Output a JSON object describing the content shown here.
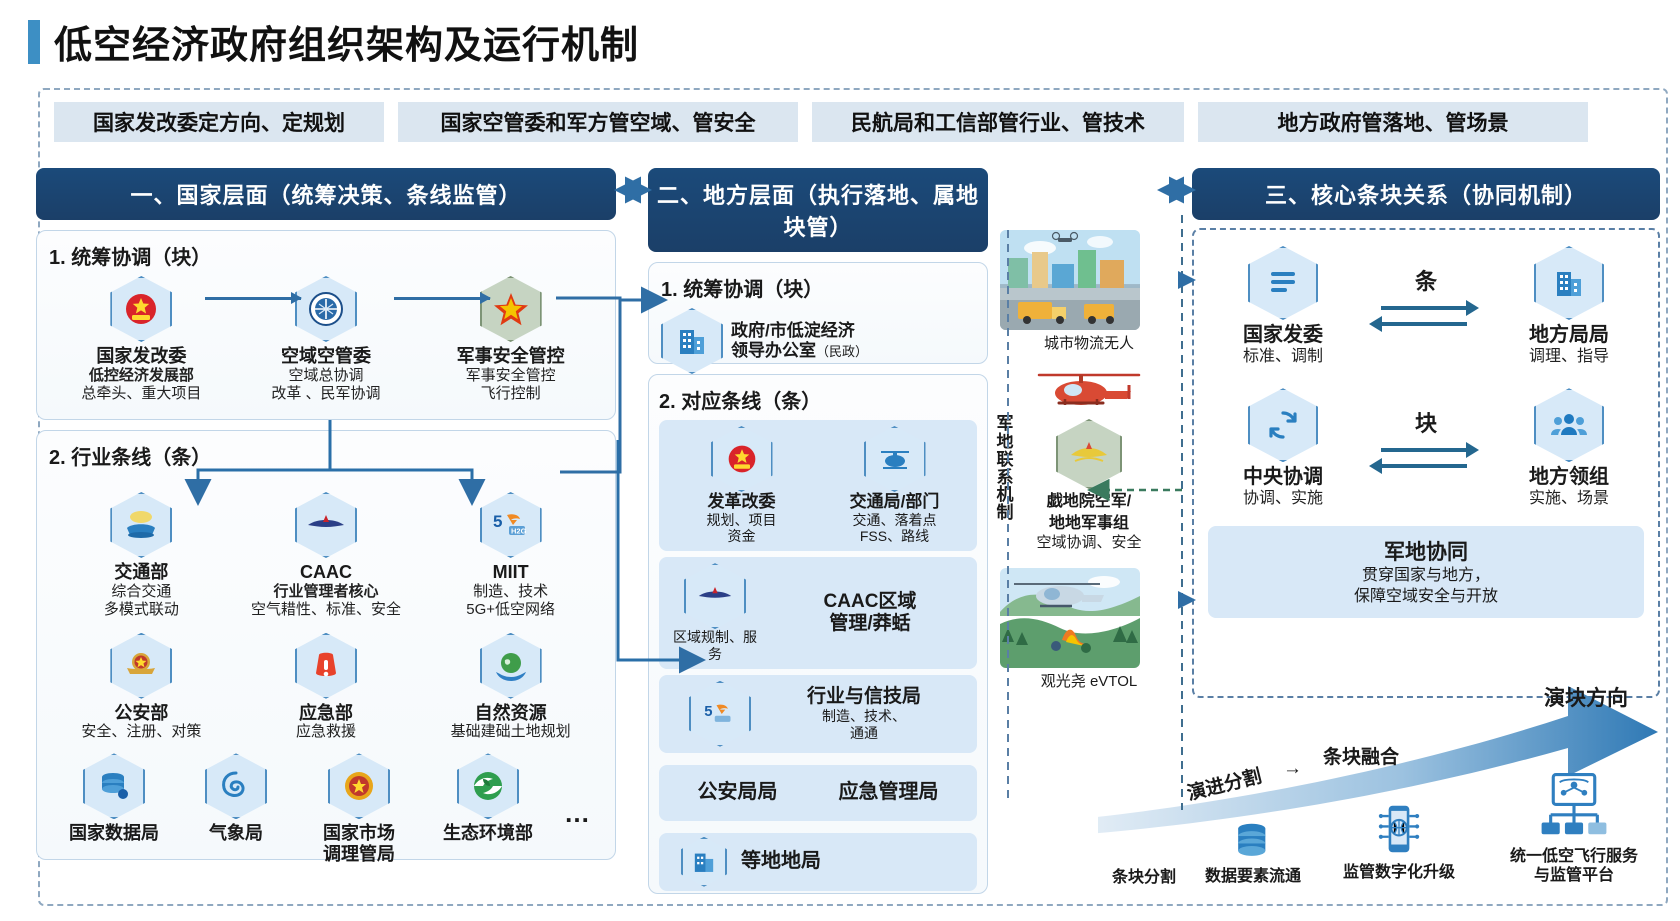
{
  "page_title": "低空经济政府组织架构及运行机制",
  "banner": [
    "国家发改委定方向、定规划",
    "国家空管委和军方管空域、管安全",
    "民航局和工信部管行业、管技术",
    "地方政府管落地、管场景"
  ],
  "col1": {
    "header": "一、国家层面（统筹决策、条线监管）",
    "panel1_title": "1. 统筹协调（块）",
    "panel1_nodes": [
      {
        "icon": "national-emblem-icon",
        "title": "国家发改委",
        "sub1": "低控经济发展部",
        "sub2": "总牵头、重大项目"
      },
      {
        "icon": "atc-emblem-icon",
        "title": "空域空管委",
        "sub1": "空域总协调",
        "sub2": "改革 、民军协调"
      },
      {
        "icon": "military-star-icon",
        "title": "军事安全管控",
        "sub1": "军事安全管控",
        "sub2": "飞行控制"
      }
    ],
    "panel2_title": "2. 行业条线（条）",
    "panel2_row1": [
      {
        "icon": "transport-ministry-icon",
        "title": "交通部",
        "sub1": "综合交通",
        "sub2": "多模式联动"
      },
      {
        "icon": "caac-wings-icon",
        "title": "CAAC",
        "sub1": "行业管理者核心",
        "sub2": "空气耤性、标准、安全"
      },
      {
        "icon": "5g-icon",
        "title": "MIIT",
        "sub1": "制造、技术",
        "sub2": "5G+低空网络"
      }
    ],
    "panel2_row2": [
      {
        "icon": "police-badge-icon",
        "title": "公安部",
        "sub1": "安全、注册、对策"
      },
      {
        "icon": "emergency-alert-icon",
        "title": "应急部",
        "sub1": "应急救援"
      },
      {
        "icon": "natural-resources-icon",
        "title": "自然资源",
        "sub1": "基础建础土地规划"
      }
    ],
    "panel2_row3": [
      {
        "icon": "database-icon",
        "title": "国家数据局"
      },
      {
        "icon": "weather-swirl-icon",
        "title": "气象局"
      },
      {
        "icon": "market-regulation-icon",
        "title": "国家市场\n调理管局"
      },
      {
        "icon": "eco-environment-icon",
        "title": "生态环境部"
      },
      {
        "icon": "ellipsis-icon",
        "title": "…"
      }
    ]
  },
  "col2": {
    "header": "二、地方层面（执行落地、属地块管）",
    "panel1_title": "1. 统筹协调（块）",
    "panel1_node": {
      "icon": "building-icon",
      "title": "政府/市低淀经济",
      "title2": "领导办公室",
      "note": "（民政）"
    },
    "panel2_title": "2. 对应条线（条）",
    "rows": [
      {
        "icon": "national-emblem-icon",
        "title": "发革改委",
        "sub": "规划、项目\n资金",
        "icon2": "helicopter-icon",
        "title2": "交通局/部门",
        "sub2": "交通、落着点\nFSS、路线"
      },
      {
        "icon": "caac-wings-icon",
        "title": "CAAC区域\n管理/莽蛞",
        "sub": "区域规制、服务"
      },
      {
        "icon": "5g-icon",
        "title": "行业与信技局",
        "sub": "制造、技术、\n通通"
      }
    ],
    "bureau_row": [
      "公安局局",
      "应急管理局"
    ],
    "last_row": {
      "icon": "building-icon",
      "title": "等地地局"
    }
  },
  "middle": {
    "photo1_caption": "城市物流无人",
    "photo2_caption": "观光尧 eVTOL",
    "vertical_label": "军地联系机制",
    "mil_node": {
      "icon": "military-wings-icon",
      "title": "戯地院空军/",
      "title2": "地地军事组",
      "sub": "空域协调、安全"
    }
  },
  "col3": {
    "header": "三、核心条块关系（协同机制）",
    "pair1": {
      "left": {
        "icon": "document-lines-icon",
        "title": "国家发委",
        "sub": "标准、调制"
      },
      "mid": "条",
      "right": {
        "icon": "building-icon",
        "title": "地方局局",
        "sub": "调理、指导"
      }
    },
    "pair2": {
      "left": {
        "icon": "refresh-cycle-icon",
        "title": "中央协调",
        "sub": "协调、实施"
      },
      "mid": "块",
      "right": {
        "icon": "people-group-icon",
        "title": "地方领组",
        "sub": "实施、场景"
      }
    },
    "joint": {
      "title": "军地协同",
      "line1": "贯穿国家与地方，",
      "line2": "保障空域安全与开放"
    }
  },
  "evolution": {
    "direction_label": "演块方向",
    "mid_label_1": "演进分割",
    "mid_arrow": "→",
    "mid_label_2": "条块融合",
    "items": [
      {
        "label": "条块分割",
        "icon": "none"
      },
      {
        "label": "数据要素流通",
        "icon": "database-icon"
      },
      {
        "label": "监管数字化升级",
        "icon": "smart-device-icon"
      },
      {
        "label": "统一低空飞行服务\n与监管平台",
        "icon": "network-platform-icon"
      }
    ]
  },
  "colors": {
    "accent": "#1b4a7a",
    "arrow": "#2f6ea5",
    "chip_bg": "#dbe6f0",
    "card_bg": "#d8e8f7",
    "title_bar": "#3d8fc4",
    "military": "#7d9476"
  }
}
